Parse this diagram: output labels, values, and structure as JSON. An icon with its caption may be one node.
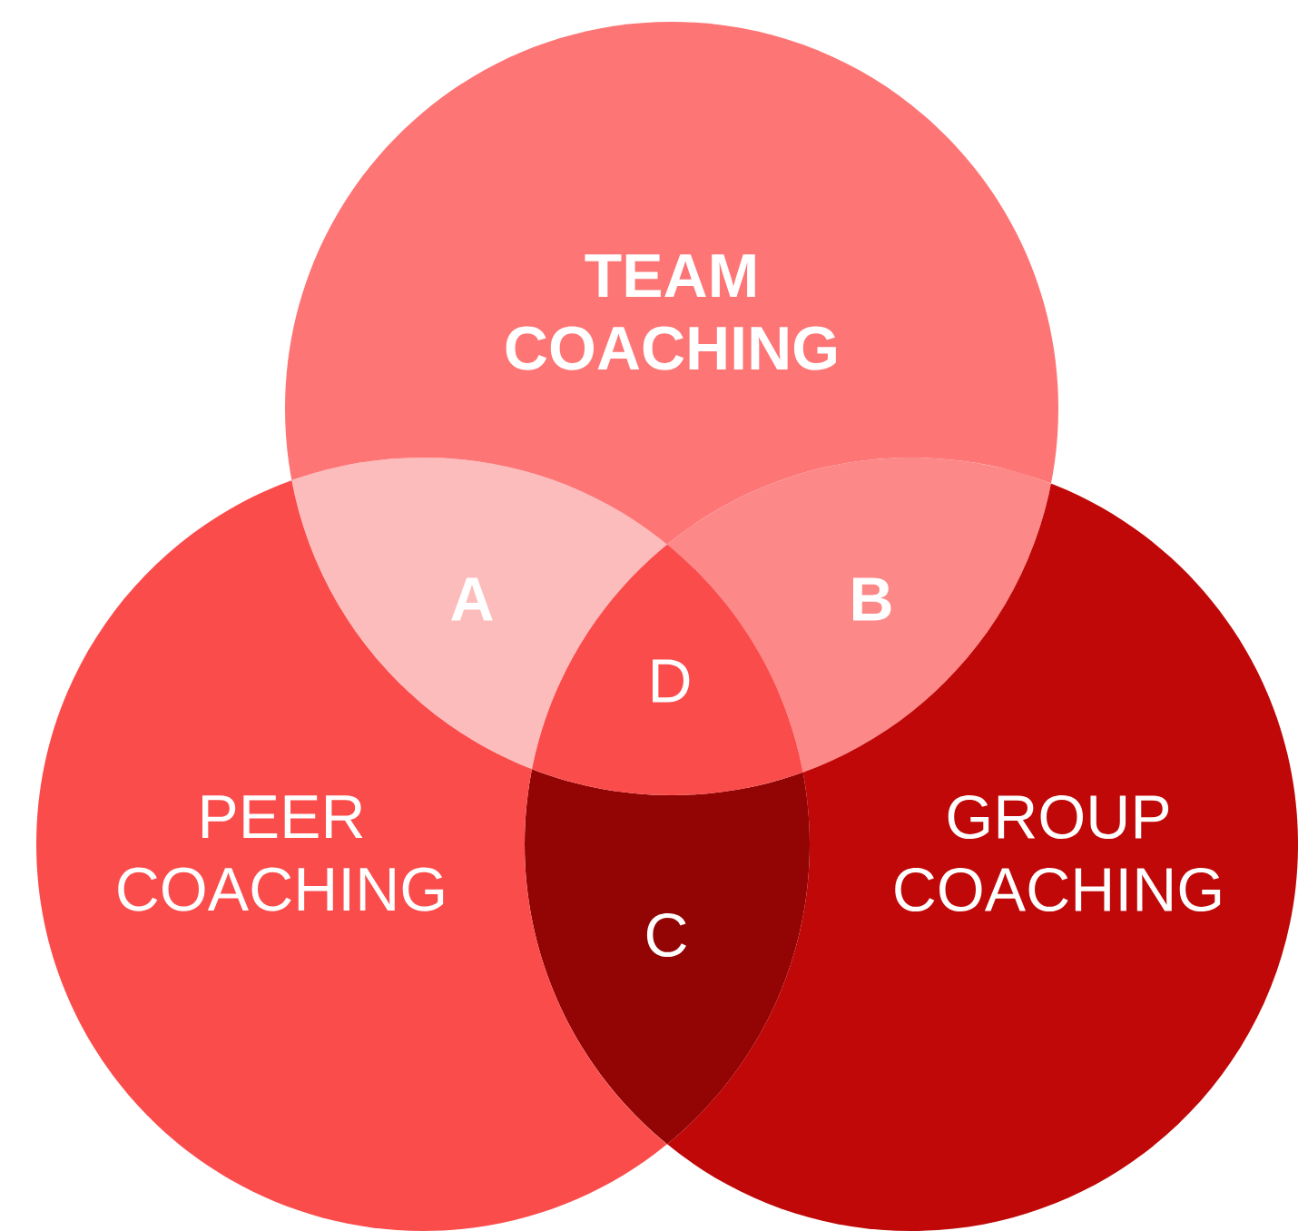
{
  "diagram": {
    "nodes": [
      {
        "text": [
          "TEAM COACHING"
        ]
      },
      {
        "text": [
          "PEER COACHING"
        ]
      },
      {
        "text": [
          "GROUP COACHING"
        ]
      }
    ],
    "labels": [
      "A",
      "B",
      "D",
      "C"
    ]
  }
}
